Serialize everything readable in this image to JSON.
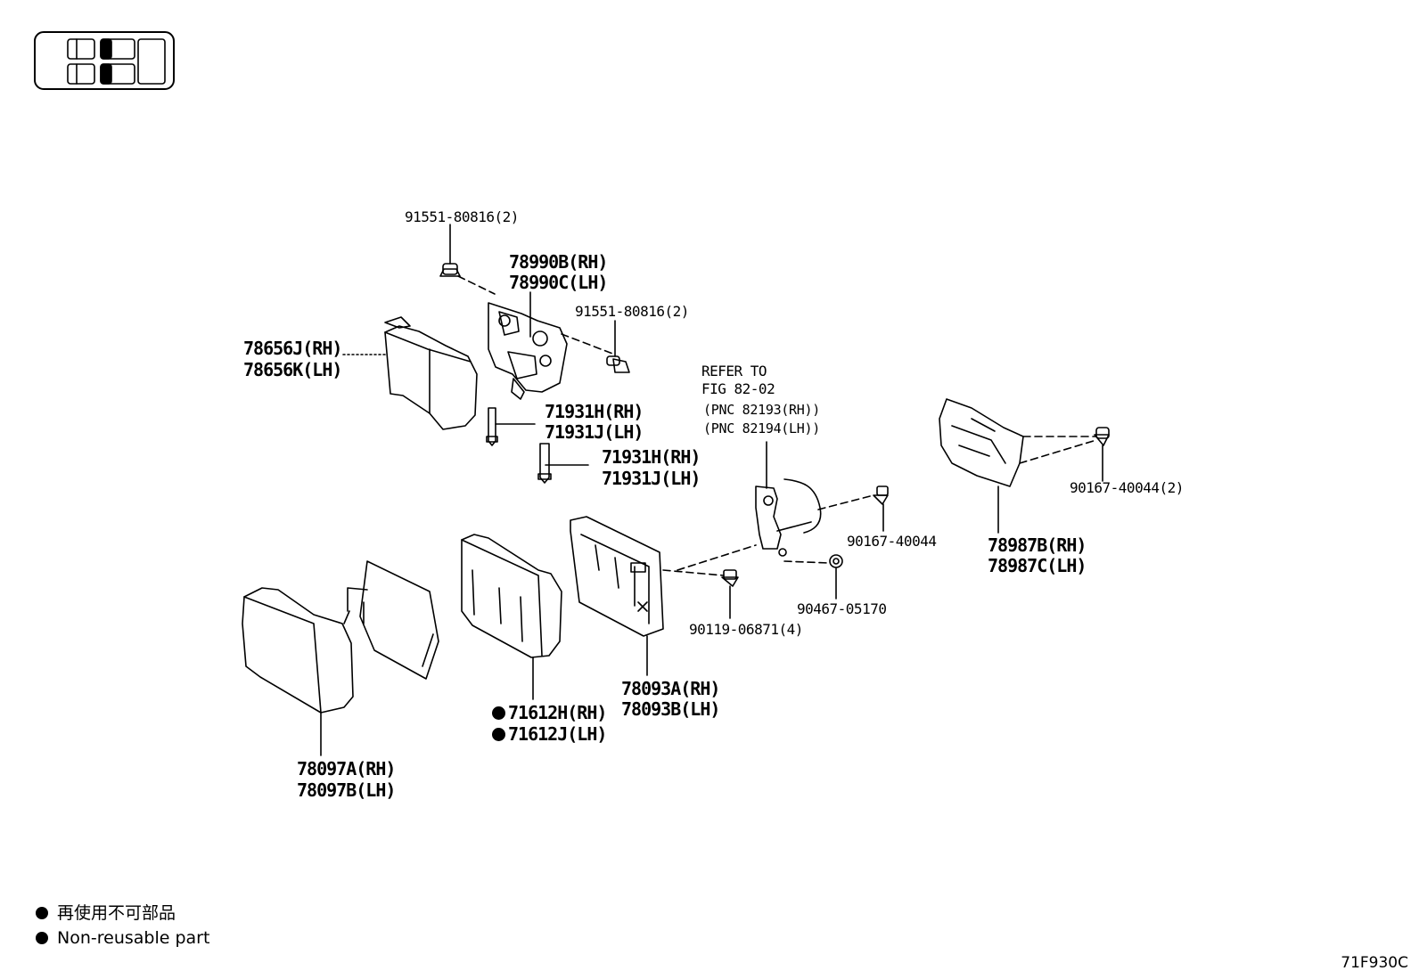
{
  "labels": {
    "bolt_top": "91551-80816(2)",
    "hinge_rh": "78990B(RH)",
    "hinge_lh": "78990C(LH)",
    "bolt_mid": "91551-80816(2)",
    "cover_rh": "78656J(RH)",
    "cover_lh": "78656K(LH)",
    "clip1_rh": "71931H(RH)",
    "clip1_lh": "71931J(LH)",
    "clip2_rh": "71931H(RH)",
    "clip2_lh": "71931J(LH)",
    "refer_1": "REFER TO",
    "refer_2": "FIG 82-02",
    "refer_3": "(PNC 82193(RH))",
    "refer_4": "(PNC 82194(LH))",
    "screw_right": "90167-40044(2)",
    "trim_rh": "78987B(RH)",
    "trim_lh": "78987C(LH)",
    "screw_mid": "90167-40044",
    "clip_mid": "90467-05170",
    "bolt_low": "90119-06871(4)",
    "board_rh": "78093A(RH)",
    "board_lh": "78093B(LH)",
    "pad_rh": "71612H(RH)",
    "pad_lh": "71612J(LH)",
    "back_rh": "78097A(RH)",
    "back_lh": "78097B(LH)"
  },
  "legend": {
    "jp": "再使用不可部品",
    "en": "Non-reusable part"
  },
  "figure_id": "71F930C",
  "icons": {
    "seat_map": "seat-map-icon",
    "bullet": "non-reusable-dot-icon"
  }
}
